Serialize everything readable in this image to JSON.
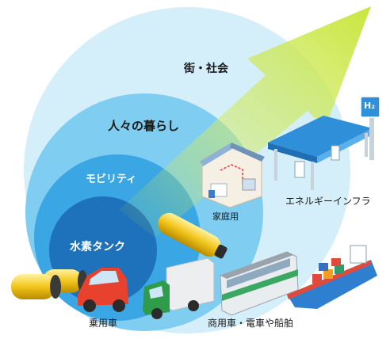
{
  "rings": {
    "outer": "街・社会",
    "second": "人々の暮らし",
    "third": "モビリティ",
    "core": "水素タンク"
  },
  "captions": {
    "home": "家庭用",
    "infra": "エネルギーインフラ",
    "passenger": "乗用車",
    "commercial": "商用車・電車や船舶"
  },
  "station_sign": "H₂",
  "colors": {
    "outer": "#d4eefa",
    "second": "#7fcdf1",
    "third": "#3aa6e4",
    "core": "#1d72bb",
    "arrow": "#c8e63c",
    "canopy": "#2f8fd8",
    "car": "#e8412e",
    "truck_cab": "#2e9c4a",
    "train": "#3aa860",
    "ship_hull": "#2f7fd0",
    "tank": "#f0c21a"
  },
  "icons": [
    "hydrogen-tank-icon",
    "car-icon",
    "truck-icon",
    "train-icon",
    "ship-icon",
    "house-icon",
    "fuel-station-icon",
    "growth-arrow-icon"
  ]
}
